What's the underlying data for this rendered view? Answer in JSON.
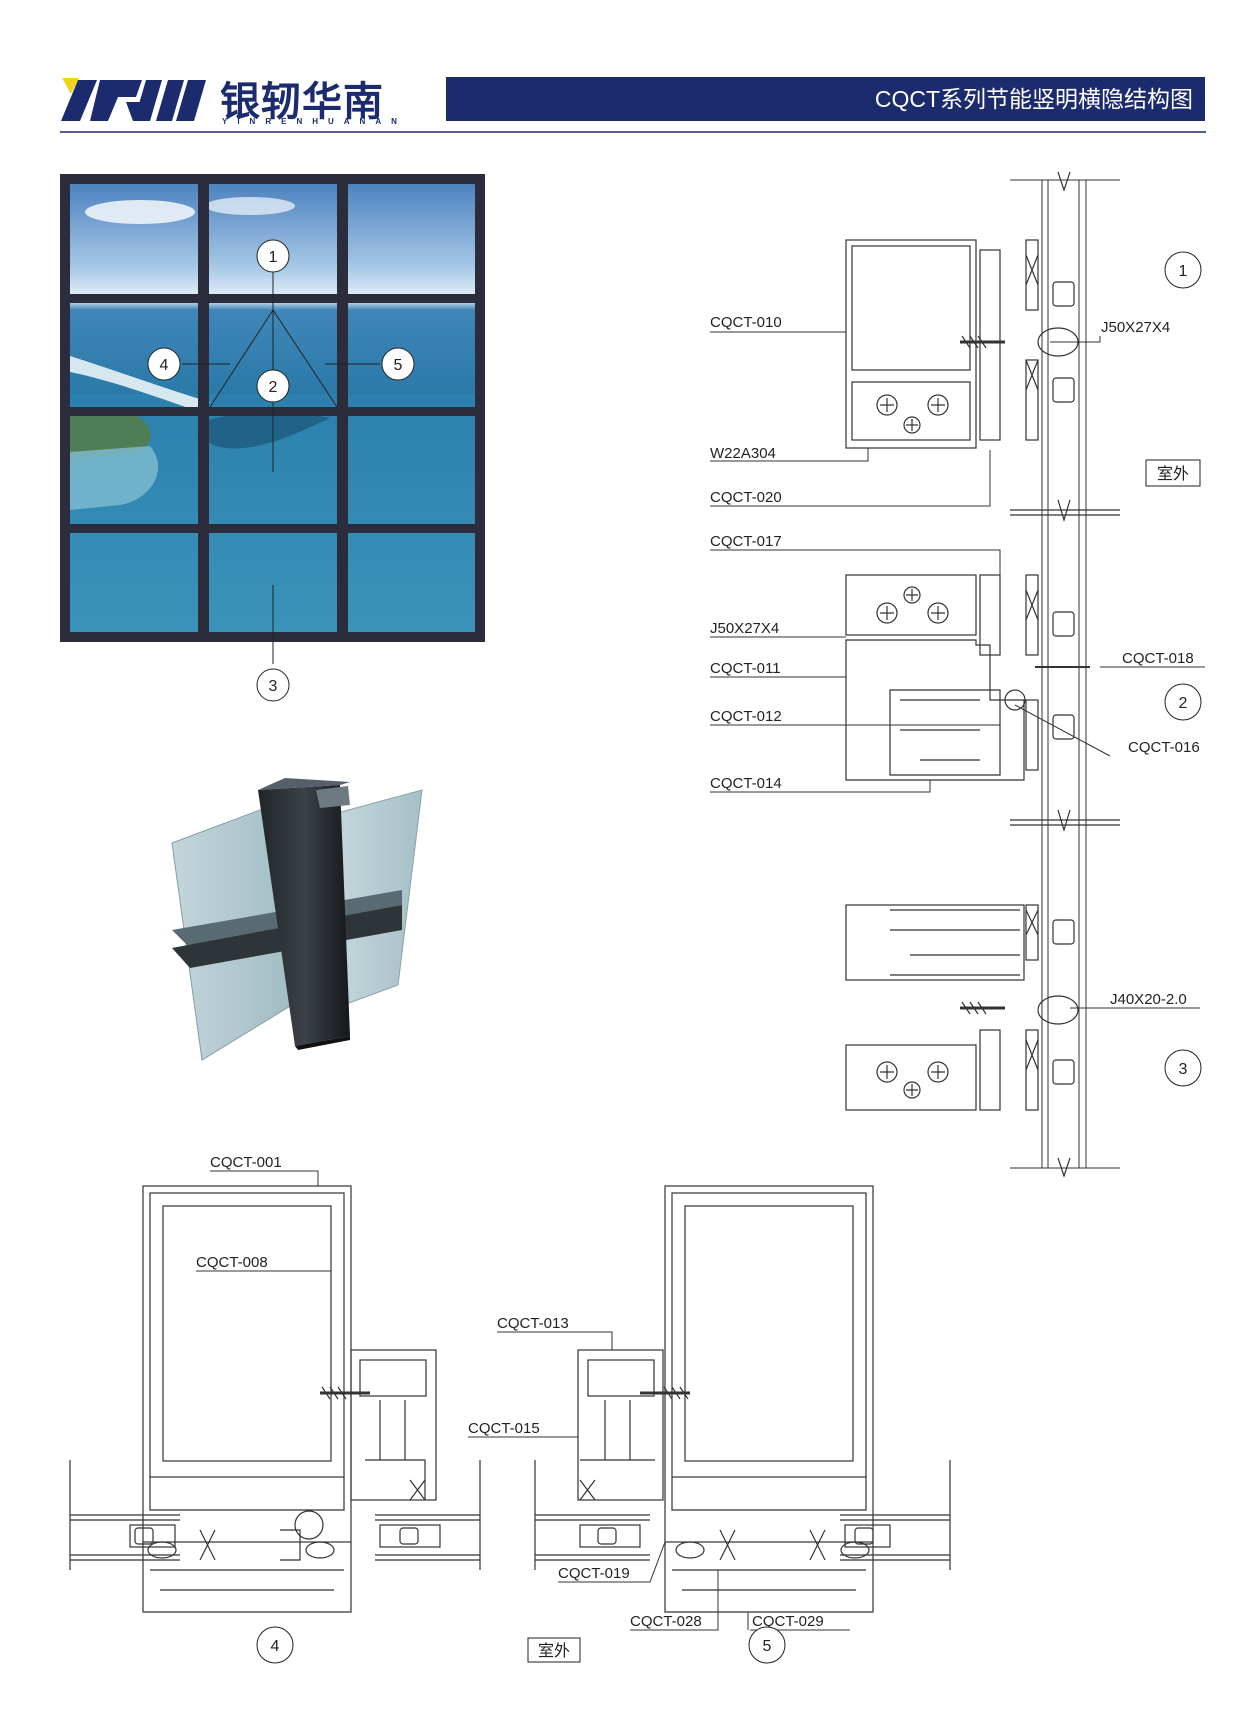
{
  "header": {
    "logo_mark": "YRHN",
    "brand_cn": "银轫华南",
    "brand_en": "YINRENHUANAN",
    "title": "CQCT系列节能竖明横隐结构图",
    "bar_color": "#1c2a6e",
    "accent_color": "#f2d21a"
  },
  "elevation": {
    "markers": [
      "1",
      "2",
      "3",
      "4",
      "5"
    ]
  },
  "section_vertical": {
    "labels": {
      "cqct010": "CQCT-010",
      "j50a": "J50X27X4",
      "w22a304": "W22A304",
      "cqct020": "CQCT-020",
      "cqct017": "CQCT-017",
      "j50b": "J50X27X4",
      "cqct018": "CQCT-018",
      "cqct011": "CQCT-011",
      "cqct012": "CQCT-012",
      "cqct016": "CQCT-016",
      "cqct014": "CQCT-014",
      "j40": "J40X20-2.0"
    },
    "outside": "室外",
    "markers": [
      "1",
      "2",
      "3"
    ]
  },
  "section_horizontal": {
    "labels": {
      "cqct001": "CQCT-001",
      "cqct008": "CQCT-008",
      "cqct013": "CQCT-013",
      "cqct015": "CQCT-015",
      "cqct019": "CQCT-019",
      "cqct028": "CQCT-028",
      "cqct029": "CQCT-029"
    },
    "outside": "室外",
    "markers": [
      "4",
      "5"
    ]
  }
}
